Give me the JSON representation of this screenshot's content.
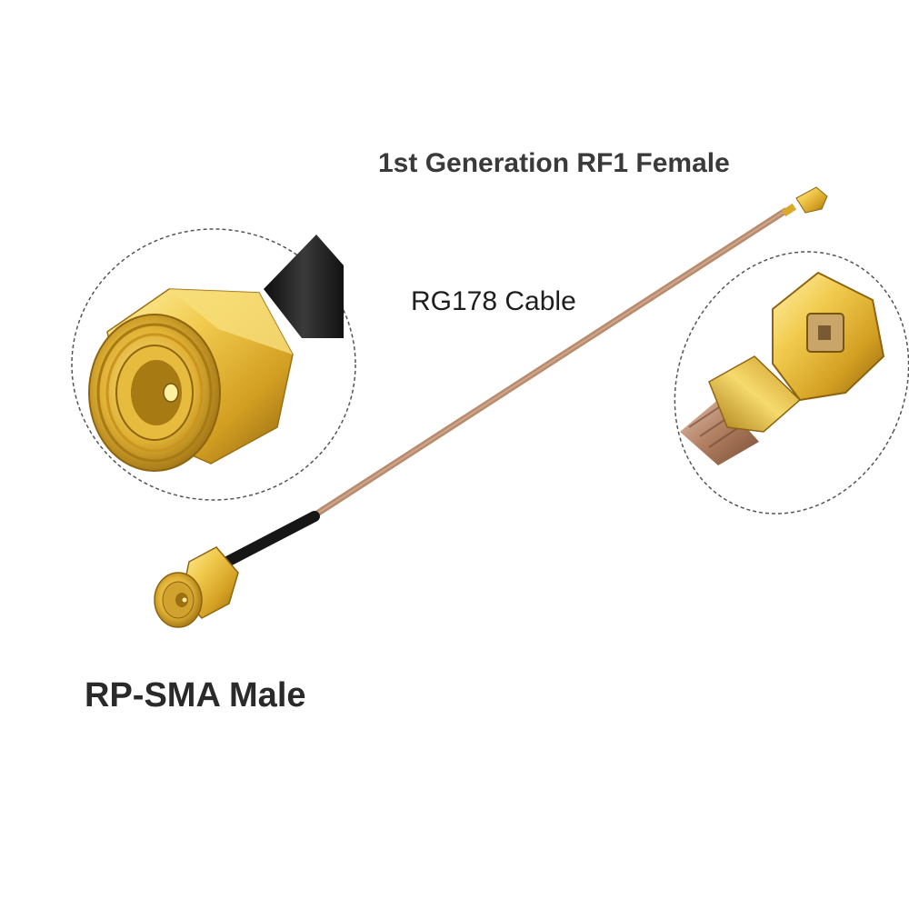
{
  "labels": {
    "rf1_female": "1st Generation RF1 Female",
    "cable": "RG178 Cable",
    "rp_sma_male": "RP-SMA Male"
  },
  "colors": {
    "gold": "#d9a92a",
    "gold_light": "#f3d56a",
    "gold_dark": "#9c6f12",
    "cable_brown": "#b98a6c",
    "cable_black": "#1c1c1c",
    "dashed_outline": "#555555"
  }
}
